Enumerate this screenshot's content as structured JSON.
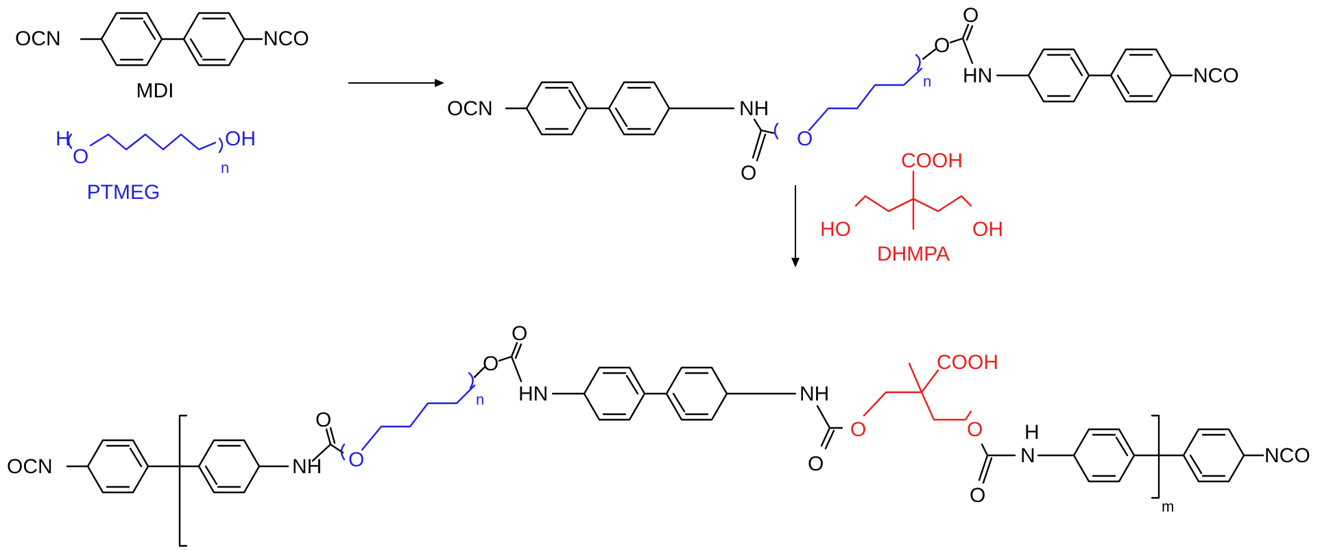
{
  "colors": {
    "black": "#000000",
    "blue": "#1f1fe6",
    "red": "#ee1c1c",
    "background": "#ffffff"
  },
  "reactants": {
    "mdi": {
      "left_group": "OCN",
      "right_group": "NCO",
      "name": "MDI"
    },
    "ptmeg": {
      "h": "H",
      "o": "O",
      "oh": "OH",
      "repeat": "n",
      "name": "PTMEG"
    }
  },
  "prepolymer": {
    "left_group": "OCN",
    "nh_left": "NH",
    "carbonyl_o_left": "O",
    "ether_o": "O",
    "repeat": "n",
    "ester_o": "O",
    "carbonyl_o_top": "O",
    "hn_right": "HN",
    "right_group": "NCO"
  },
  "reagent": {
    "cooh": "COOH",
    "ho": "HO",
    "oh": "OH",
    "name": "DHMPA"
  },
  "product": {
    "left_group": "OCN",
    "nh_1": "NH",
    "carbonyl_o_1": "O",
    "ether_o_1": "O",
    "repeat_n": "n",
    "ester_o_2": "O",
    "carbonyl_o_2": "O",
    "hn_2": "HN",
    "nh_3": "NH",
    "carbonyl_o_3": "O",
    "o_3": "O",
    "cooh": "COOH",
    "o_4": "O",
    "carbonyl_o_4": "O",
    "h_4": "H",
    "n_4": "N",
    "repeat_m": "m",
    "right_group": "NCO"
  }
}
